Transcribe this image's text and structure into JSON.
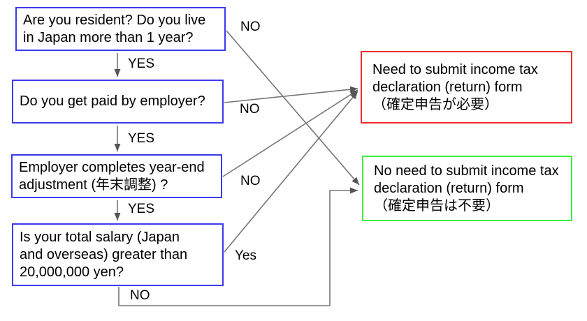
{
  "diagram": {
    "type": "flowchart",
    "topic": "Japan income tax declaration decision flow",
    "background": "#ffffff",
    "colors": {
      "question_border": "#3a3aee",
      "need_border": "#ee2e2e",
      "no_need_border": "#3dee3d",
      "connector": "#757575",
      "arrowhead": "#555555",
      "text": "#000000"
    },
    "nodes": {
      "q1": {
        "text": "Are you resident? Do you live\nin Japan more than 1 year?"
      },
      "q2": {
        "text": "Do you get paid by employer?"
      },
      "q3": {
        "text": "Employer completes year-end\nadjustment (年末調整) ?"
      },
      "q4": {
        "text": "Is your total salary (Japan\nand overseas) greater than\n20,000,000 yen?"
      },
      "need": {
        "text": "Need to submit income tax\ndeclaration (return) form\n（確定申告が必要）"
      },
      "no_need": {
        "text": "No need to submit income tax\ndeclaration (return) form\n（確定申告は不要）"
      }
    },
    "edges": [
      {
        "from": "q1",
        "to": "q2",
        "label": "YES"
      },
      {
        "from": "q2",
        "to": "q3",
        "label": "YES"
      },
      {
        "from": "q3",
        "to": "q4",
        "label": "YES"
      },
      {
        "from": "q1",
        "to": "no_need",
        "label": "NO"
      },
      {
        "from": "q2",
        "to": "need",
        "label": "NO"
      },
      {
        "from": "q3",
        "to": "need",
        "label": "NO"
      },
      {
        "from": "q4",
        "to": "need",
        "label": "Yes"
      },
      {
        "from": "q4",
        "to": "no_need",
        "label": "NO"
      }
    ]
  }
}
